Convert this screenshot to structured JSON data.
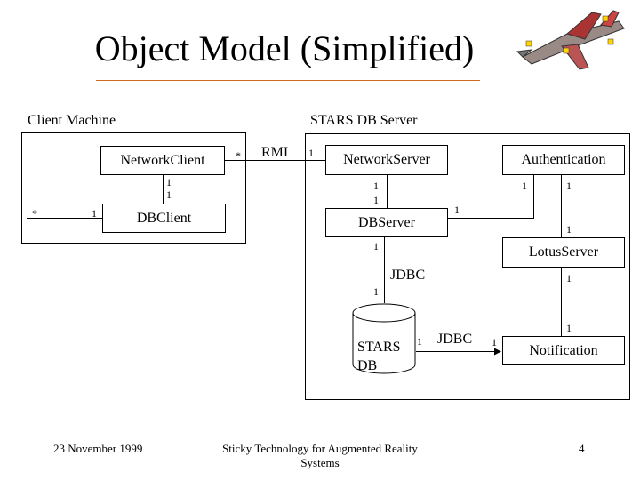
{
  "slide": {
    "title": "Object Model (Simplified)",
    "footer_date": "23 November 1999",
    "footer_title": "Sticky Technology for Augmented Reality Systems",
    "page_number": "4"
  },
  "diagram": {
    "client_group_label": "Client Machine",
    "server_group_label": "STARS DB Server",
    "nodes": {
      "network_client": "NetworkClient",
      "db_client": "DBClient",
      "network_server": "NetworkServer",
      "db_server": "DBServer",
      "authentication": "Authentication",
      "lotus_server": "LotusServer",
      "notification": "Notification",
      "stars_db_line1": "STARS",
      "stars_db_line2": "DB"
    },
    "edge_labels": {
      "rmi": "RMI",
      "jdbc_1": "JDBC",
      "jdbc_2": "JDBC"
    },
    "multiplicities": {
      "client_rmi": "*",
      "server_rmi": "1",
      "nc_down": "1",
      "dbc_up": "1",
      "external_many": "*",
      "dbc_left": "1",
      "ns_down": "1",
      "dbs_up": "1",
      "dbs_right": "1",
      "auth_left": "1",
      "auth_right": "1",
      "lotus_up": "1",
      "dbs_down": "1",
      "db_top": "1",
      "lotus_down": "1",
      "notif_up": "1",
      "db_right": "1",
      "notif_left": "1"
    }
  }
}
